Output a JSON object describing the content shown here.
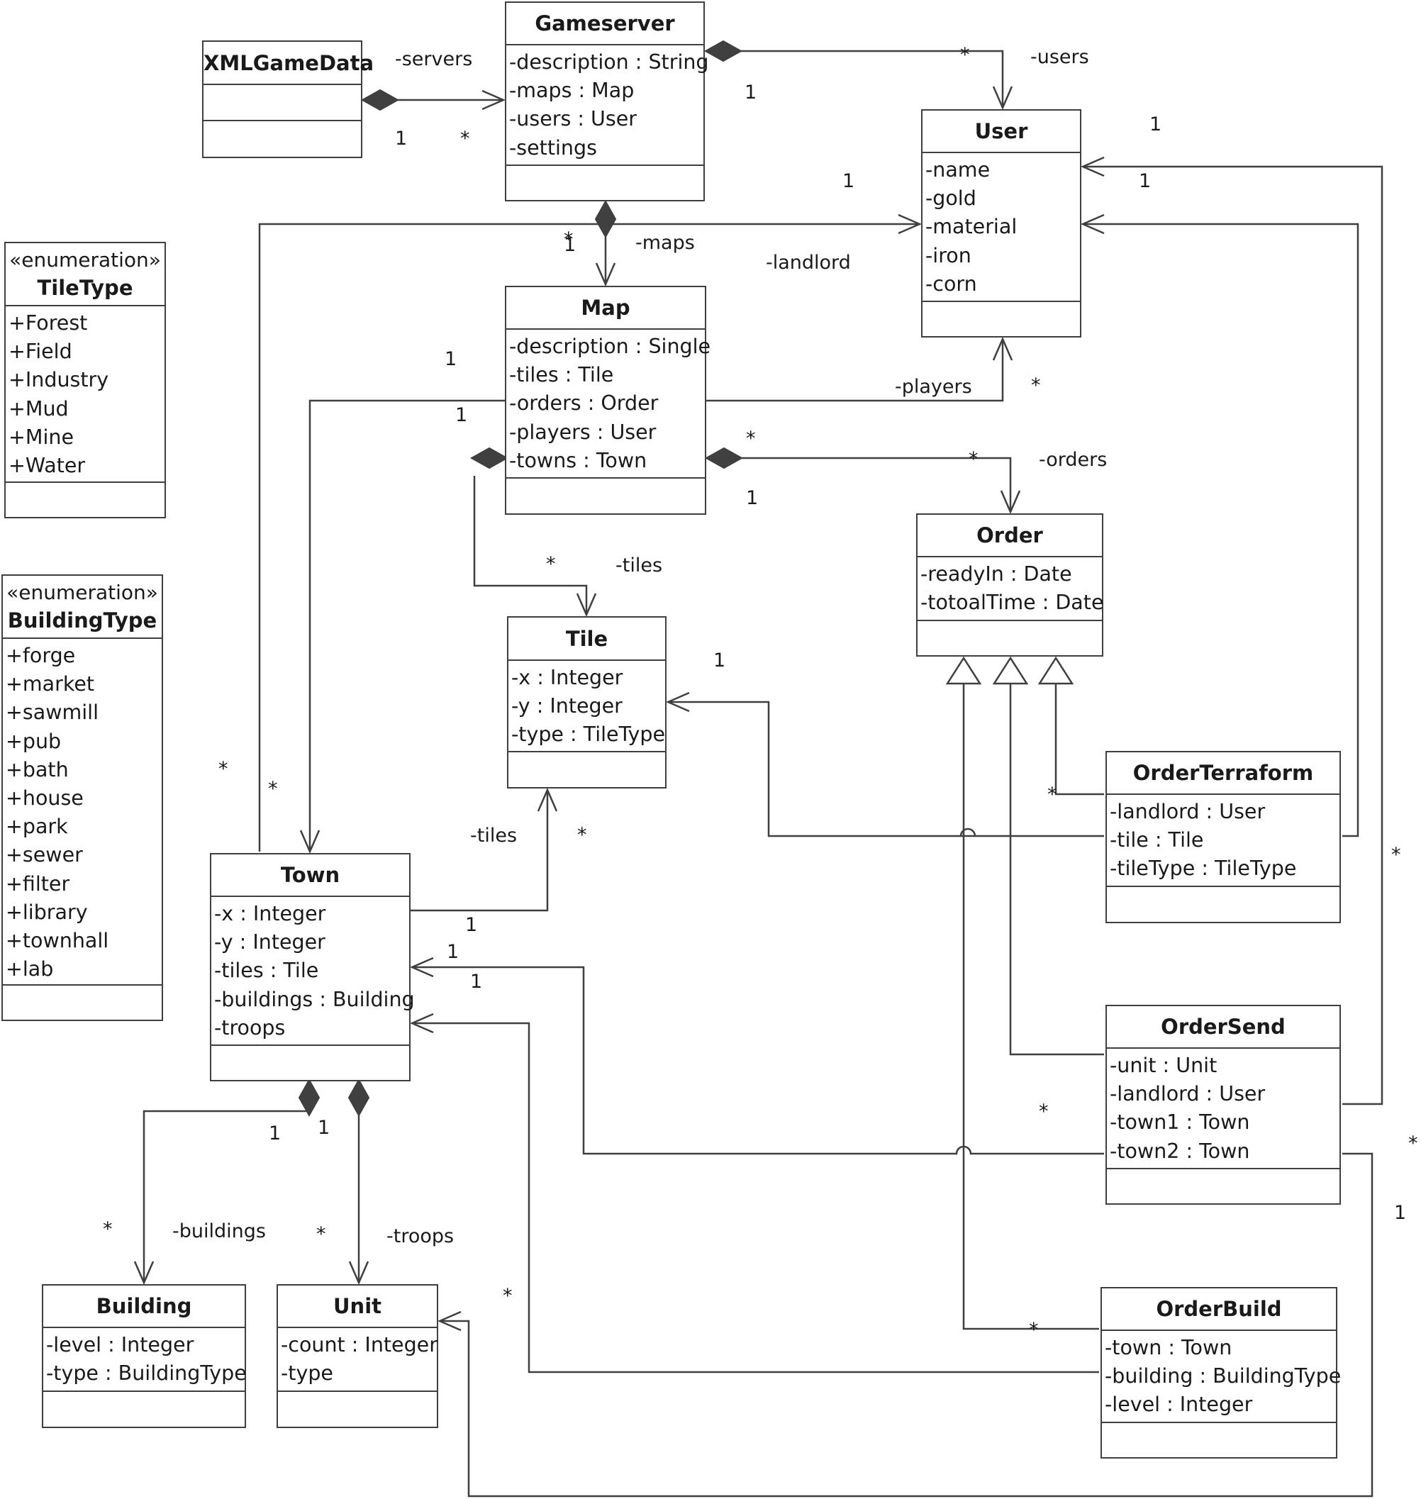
{
  "classes": {
    "xmlgamedata": {
      "name": "XMLGameData",
      "attributes": []
    },
    "gameserver": {
      "name": "Gameserver",
      "attributes": [
        "-description : String",
        "-maps : Map",
        "-users : User",
        "-settings"
      ]
    },
    "user": {
      "name": "User",
      "attributes": [
        "-name",
        "-gold",
        "-material",
        "-iron",
        "-corn"
      ]
    },
    "tiletype": {
      "stereotype": "«enumeration»",
      "name": "TileType",
      "attributes": [
        "+Forest",
        "+Field",
        "+Industry",
        "+Mud",
        "+Mine",
        "+Water"
      ]
    },
    "map": {
      "name": "Map",
      "attributes": [
        "-description : Single",
        "-tiles : Tile",
        "-orders : Order",
        "-players : User",
        "-towns : Town"
      ]
    },
    "order": {
      "name": "Order",
      "attributes": [
        "-readyIn : Date",
        "-totoalTime : Date"
      ]
    },
    "buildingtype": {
      "stereotype": "«enumeration»",
      "name": "BuildingType",
      "attributes": [
        "+forge",
        "+market",
        "+sawmill",
        "+pub",
        "+bath",
        "+house",
        "+park",
        "+sewer",
        "+filter",
        "+library",
        "+townhall",
        "+lab"
      ]
    },
    "tile": {
      "name": "Tile",
      "attributes": [
        "-x : Integer",
        "-y : Integer",
        "-type : TileType"
      ]
    },
    "orderterraform": {
      "name": "OrderTerraform",
      "attributes": [
        "-landlord : User",
        "-tile : Tile",
        "-tileType : TileType"
      ]
    },
    "town": {
      "name": "Town",
      "attributes": [
        "-x : Integer",
        "-y : Integer",
        "-tiles : Tile",
        "-buildings : Building",
        "-troops"
      ]
    },
    "ordersend": {
      "name": "OrderSend",
      "attributes": [
        "-unit : Unit",
        "-landlord : User",
        "-town1 : Town",
        "-town2 : Town"
      ]
    },
    "building": {
      "name": "Building",
      "attributes": [
        "-level : Integer",
        "-type : BuildingType"
      ]
    },
    "unit": {
      "name": "Unit",
      "attributes": [
        "-count : Integer",
        "-type"
      ]
    },
    "orderbuild": {
      "name": "OrderBuild",
      "attributes": [
        "-town : Town",
        "-building : BuildingType",
        "-level : Integer"
      ]
    }
  },
  "edge_labels": {
    "servers_role": "-servers",
    "servers_mult_xml": "1",
    "servers_mult_gs": "*",
    "users_role": "-users",
    "users_mult_user": "*",
    "users_mult_gs": "1",
    "maps_role": "-maps",
    "maps_mult_a": "*",
    "maps_mult_b": "1",
    "landlord_role": "-landlord",
    "landlord_mult_user": "1",
    "landlord_mult_town": "*",
    "terraform_user_mult_a": "1",
    "terraform_user_mult_b": "1",
    "players_role": "-players",
    "players_mult": "*",
    "towns_mult_a": "1",
    "towns_mult_b": "1",
    "towns_mult_c": "*",
    "orders_role": "-orders",
    "orders_mult_a": "*",
    "orders_mult_b": "*",
    "orders_mult_map": "1",
    "maptiles_role": "-tiles",
    "maptiles_mult": "*",
    "terraform_tile_mult": "1",
    "inherit_terraform_mult": "*",
    "towntiles_role": "-tiles",
    "towntiles_mult_tile": "*",
    "towntiles_mult_town": "1",
    "ordersend_town_mult_a": "1",
    "ordersend_town_mult_b": "1",
    "ordersend_user_mult": "*",
    "ordersend_mult": "*",
    "ordersend_unit_mult": "*",
    "ordersend_unit_mult_b": "1",
    "buildings_role": "-buildings",
    "buildings_mult_town": "1",
    "buildings_mult_bld": "*",
    "troops_role": "-troops",
    "troops_mult_town": "1",
    "troops_mult_unit": "*",
    "orderbuild_town_mult": "*",
    "orderbuild_inherit_mult": "*"
  }
}
